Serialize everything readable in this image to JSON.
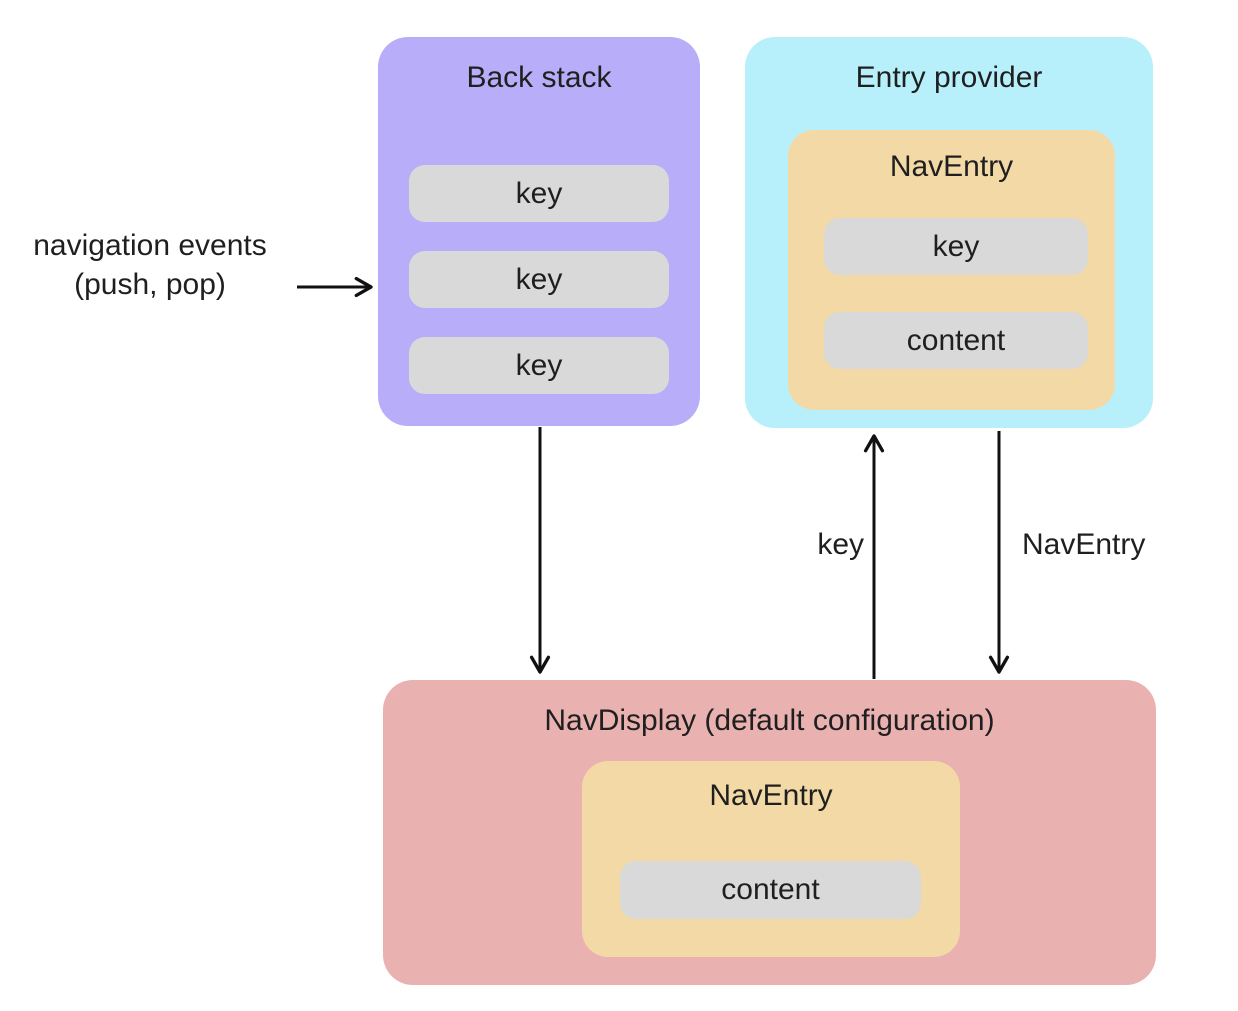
{
  "colors": {
    "purple": "#b8adf8",
    "cyan": "#b7f0fb",
    "tan": "#f3d9a6",
    "pink": "#eab1b1",
    "gray": "#d9d9d9",
    "text": "#1f1f1f",
    "arrow": "#111111"
  },
  "diagram": {
    "annotation": {
      "line1": "navigation events",
      "line2": "(push, pop)"
    },
    "back_stack": {
      "title": "Back stack",
      "keys": [
        "key",
        "key",
        "key"
      ]
    },
    "entry_provider": {
      "title": "Entry provider",
      "nav_entry": {
        "title": "NavEntry",
        "key": "key",
        "content": "content"
      }
    },
    "nav_display": {
      "title": "NavDisplay (default configuration)",
      "nav_entry": {
        "title": "NavEntry",
        "content": "content"
      }
    },
    "arrow_labels": {
      "key": "key",
      "nav_entry": "NavEntry"
    }
  }
}
